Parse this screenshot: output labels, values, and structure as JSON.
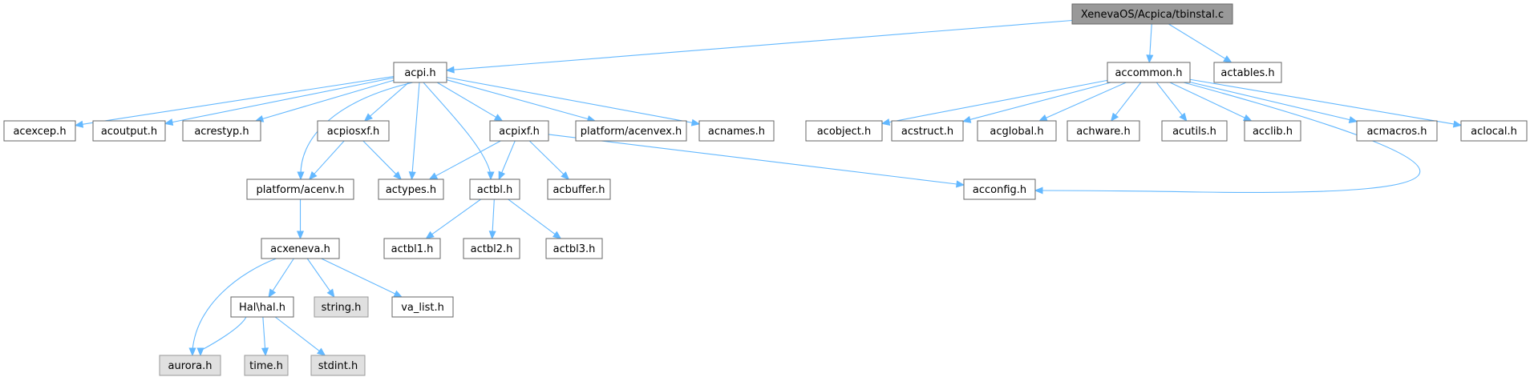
{
  "title": "XenevaOS/Acpica/tbinstal.c",
  "colors": {
    "edge": "#63b8ff",
    "root_fill": "#999999",
    "external_fill": "#e0e0e0",
    "node_fill": "#ffffff",
    "node_border": "#666666"
  },
  "nodes": [
    {
      "id": "root",
      "label": "XenevaOS/Acpica/tbinstal.c",
      "kind": "root",
      "interactable": false
    },
    {
      "id": "acpi",
      "label": "acpi.h",
      "kind": "file",
      "interactable": true
    },
    {
      "id": "accommon",
      "label": "accommon.h",
      "kind": "file",
      "interactable": true
    },
    {
      "id": "actables",
      "label": "actables.h",
      "kind": "file",
      "interactable": true
    },
    {
      "id": "acexcep",
      "label": "acexcep.h",
      "kind": "file",
      "interactable": true
    },
    {
      "id": "acoutput",
      "label": "acoutput.h",
      "kind": "file",
      "interactable": true
    },
    {
      "id": "acrestyp",
      "label": "acrestyp.h",
      "kind": "file",
      "interactable": true
    },
    {
      "id": "acpiosxf",
      "label": "acpiosxf.h",
      "kind": "file",
      "interactable": true
    },
    {
      "id": "acpixf",
      "label": "acpixf.h",
      "kind": "file",
      "interactable": true
    },
    {
      "id": "acenvex",
      "label": "platform/acenvex.h",
      "kind": "file",
      "interactable": true
    },
    {
      "id": "acnames",
      "label": "acnames.h",
      "kind": "file",
      "interactable": true
    },
    {
      "id": "acobject",
      "label": "acobject.h",
      "kind": "file",
      "interactable": true
    },
    {
      "id": "acstruct",
      "label": "acstruct.h",
      "kind": "file",
      "interactable": true
    },
    {
      "id": "acglobal",
      "label": "acglobal.h",
      "kind": "file",
      "interactable": true
    },
    {
      "id": "achware",
      "label": "achware.h",
      "kind": "file",
      "interactable": true
    },
    {
      "id": "acutils",
      "label": "acutils.h",
      "kind": "file",
      "interactable": true
    },
    {
      "id": "acclib",
      "label": "acclib.h",
      "kind": "file",
      "interactable": true
    },
    {
      "id": "acmacros",
      "label": "acmacros.h",
      "kind": "file",
      "interactable": true
    },
    {
      "id": "aclocal",
      "label": "aclocal.h",
      "kind": "file",
      "interactable": true
    },
    {
      "id": "acenv",
      "label": "platform/acenv.h",
      "kind": "file",
      "interactable": true
    },
    {
      "id": "actypes",
      "label": "actypes.h",
      "kind": "file",
      "interactable": true
    },
    {
      "id": "actbl",
      "label": "actbl.h",
      "kind": "file",
      "interactable": true
    },
    {
      "id": "acbuffer",
      "label": "acbuffer.h",
      "kind": "file",
      "interactable": true
    },
    {
      "id": "acconfig",
      "label": "acconfig.h",
      "kind": "file",
      "interactable": true
    },
    {
      "id": "acxeneva",
      "label": "acxeneva.h",
      "kind": "file",
      "interactable": true
    },
    {
      "id": "actbl1",
      "label": "actbl1.h",
      "kind": "file",
      "interactable": true
    },
    {
      "id": "actbl2",
      "label": "actbl2.h",
      "kind": "file",
      "interactable": true
    },
    {
      "id": "actbl3",
      "label": "actbl3.h",
      "kind": "file",
      "interactable": true
    },
    {
      "id": "halh",
      "label": "Hal\\hal.h",
      "kind": "file",
      "interactable": true
    },
    {
      "id": "string",
      "label": "string.h",
      "kind": "external",
      "interactable": false
    },
    {
      "id": "valist",
      "label": "va_list.h",
      "kind": "file",
      "interactable": true
    },
    {
      "id": "aurora",
      "label": "aurora.h",
      "kind": "external",
      "interactable": false
    },
    {
      "id": "time",
      "label": "time.h",
      "kind": "external",
      "interactable": false
    },
    {
      "id": "stdint",
      "label": "stdint.h",
      "kind": "external",
      "interactable": false
    }
  ],
  "edges": [
    [
      "root",
      "acpi"
    ],
    [
      "root",
      "accommon"
    ],
    [
      "root",
      "actables"
    ],
    [
      "acpi",
      "acexcep"
    ],
    [
      "acpi",
      "acoutput"
    ],
    [
      "acpi",
      "acrestyp"
    ],
    [
      "acpi",
      "acenv"
    ],
    [
      "acpi",
      "acpiosxf"
    ],
    [
      "acpi",
      "actypes"
    ],
    [
      "acpi",
      "actbl"
    ],
    [
      "acpi",
      "acpixf"
    ],
    [
      "acpi",
      "acenvex"
    ],
    [
      "acpi",
      "acnames"
    ],
    [
      "acpiosxf",
      "acenv"
    ],
    [
      "acpiosxf",
      "actypes"
    ],
    [
      "acpixf",
      "actypes"
    ],
    [
      "acpixf",
      "actbl"
    ],
    [
      "acpixf",
      "acbuffer"
    ],
    [
      "acpixf",
      "acconfig"
    ],
    [
      "acenv",
      "acxeneva"
    ],
    [
      "actbl",
      "actbl1"
    ],
    [
      "actbl",
      "actbl2"
    ],
    [
      "actbl",
      "actbl3"
    ],
    [
      "acxeneva",
      "aurora"
    ],
    [
      "acxeneva",
      "halh"
    ],
    [
      "acxeneva",
      "string"
    ],
    [
      "acxeneva",
      "valist"
    ],
    [
      "halh",
      "aurora"
    ],
    [
      "halh",
      "time"
    ],
    [
      "halh",
      "stdint"
    ],
    [
      "accommon",
      "acobject"
    ],
    [
      "accommon",
      "acstruct"
    ],
    [
      "accommon",
      "acglobal"
    ],
    [
      "accommon",
      "achware"
    ],
    [
      "accommon",
      "acutils"
    ],
    [
      "accommon",
      "acclib"
    ],
    [
      "accommon",
      "acmacros"
    ],
    [
      "accommon",
      "aclocal"
    ],
    [
      "accommon",
      "acconfig"
    ]
  ]
}
